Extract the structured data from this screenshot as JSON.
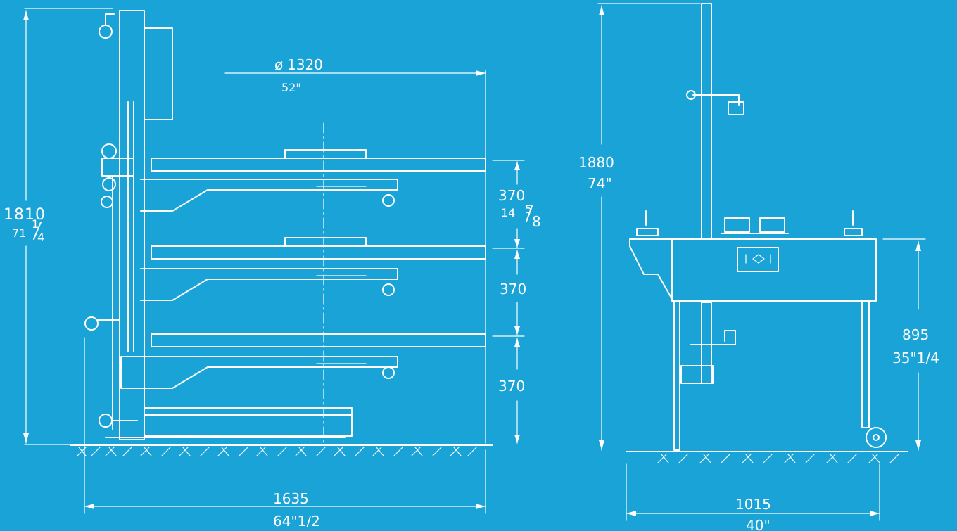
{
  "colors": {
    "background": "#1aa3d6",
    "lines": "#ffffff"
  },
  "side_view": {
    "height_mm": "1810",
    "height_in_whole": "71",
    "height_in_num": "1",
    "height_in_den": "4",
    "diameter_symbol": "ø",
    "diameter_mm": "1320",
    "diameter_in": "52\"",
    "spacing_1_mm": "370",
    "spacing_1_in_whole": "14",
    "spacing_1_in_num": "5",
    "spacing_1_in_den": "8",
    "spacing_2_mm": "370",
    "spacing_3_mm": "370",
    "length_mm": "1635",
    "length_in": "64\"1/2"
  },
  "front_view": {
    "height_mm": "1880",
    "height_in": "74\"",
    "table_height_mm": "895",
    "table_height_in": "35\"1/4",
    "width_mm": "1015",
    "width_in": "40\""
  }
}
